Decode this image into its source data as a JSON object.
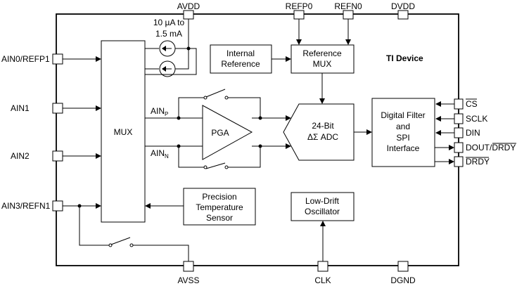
{
  "device_label": "TI Device",
  "pins": {
    "avdd": "AVDD",
    "refp0": "REFP0",
    "refn0": "REFN0",
    "dvdd": "DVDD",
    "ain0": "AIN0/REFP1",
    "ain1": "AIN1",
    "ain2": "AIN2",
    "ain3": "AIN3/REFN1",
    "avss": "AVSS",
    "clk": "CLK",
    "dgnd": "DGND",
    "cs": "CS",
    "sclk": "SCLK",
    "din": "DIN",
    "dout_a": "DOUT/",
    "dout_b": "DRDY",
    "drdy": "DRDY"
  },
  "current_source_text": [
    "10 µA to",
    "1.5 mA"
  ],
  "blocks": {
    "mux": "MUX",
    "internal_ref": [
      "Internal",
      "Reference"
    ],
    "ref_mux": [
      "Reference",
      "MUX"
    ],
    "pga": "PGA",
    "adc": [
      "24-Bit",
      "ΔΣ ADC"
    ],
    "digital_filter": [
      "Digital Filter",
      "and",
      "SPI",
      "Interface"
    ],
    "temp_sensor": [
      "Precision",
      "Temperature",
      "Sensor"
    ],
    "oscillator": [
      "Low-Drift",
      "Oscillator"
    ]
  },
  "signals": {
    "ainp": "AIN",
    "ainp_sub": "P",
    "ainn": "AIN",
    "ainn_sub": "N"
  }
}
